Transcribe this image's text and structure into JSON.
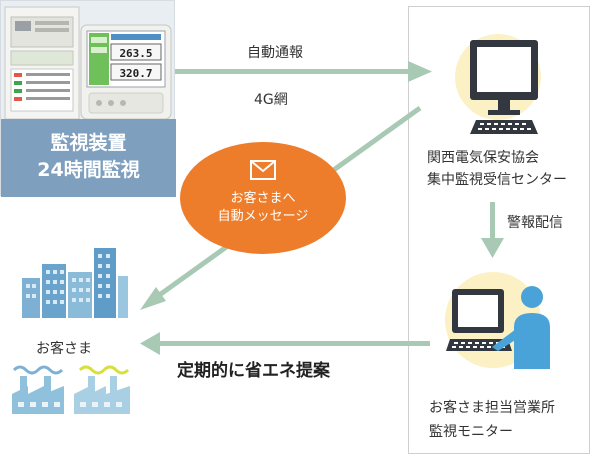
{
  "device": {
    "label_line1": "監視装置",
    "label_line2": "24時間監視",
    "screen_value1": "263.5",
    "screen_value2": "320.7"
  },
  "top_arrow": {
    "label_top": "自動通報",
    "label_bottom": "4G網"
  },
  "message_bubble": {
    "line1": "お客さまへ",
    "line2": "自動メッセージ"
  },
  "center": {
    "line1": "関西電気保安協会",
    "line2": "集中監視受信センター"
  },
  "down_arrow_label": "警報配信",
  "sales_office": {
    "line1": "お客さま担当営業所",
    "line2": "監視モニター"
  },
  "customer_label": "お客さま",
  "proposal_label": "定期的に省エネ提案",
  "colors": {
    "arrow": "#a8c9b4",
    "orange": "#ee7d2b",
    "device_label_bg": "#7e9fbe",
    "icon_bg": "#fbf1c4",
    "monitor": "#333840",
    "person": "#4aa3d8",
    "building": "#7eb0d4",
    "factory": "#8fc0dc",
    "factory_accent": "#d7df3a"
  }
}
